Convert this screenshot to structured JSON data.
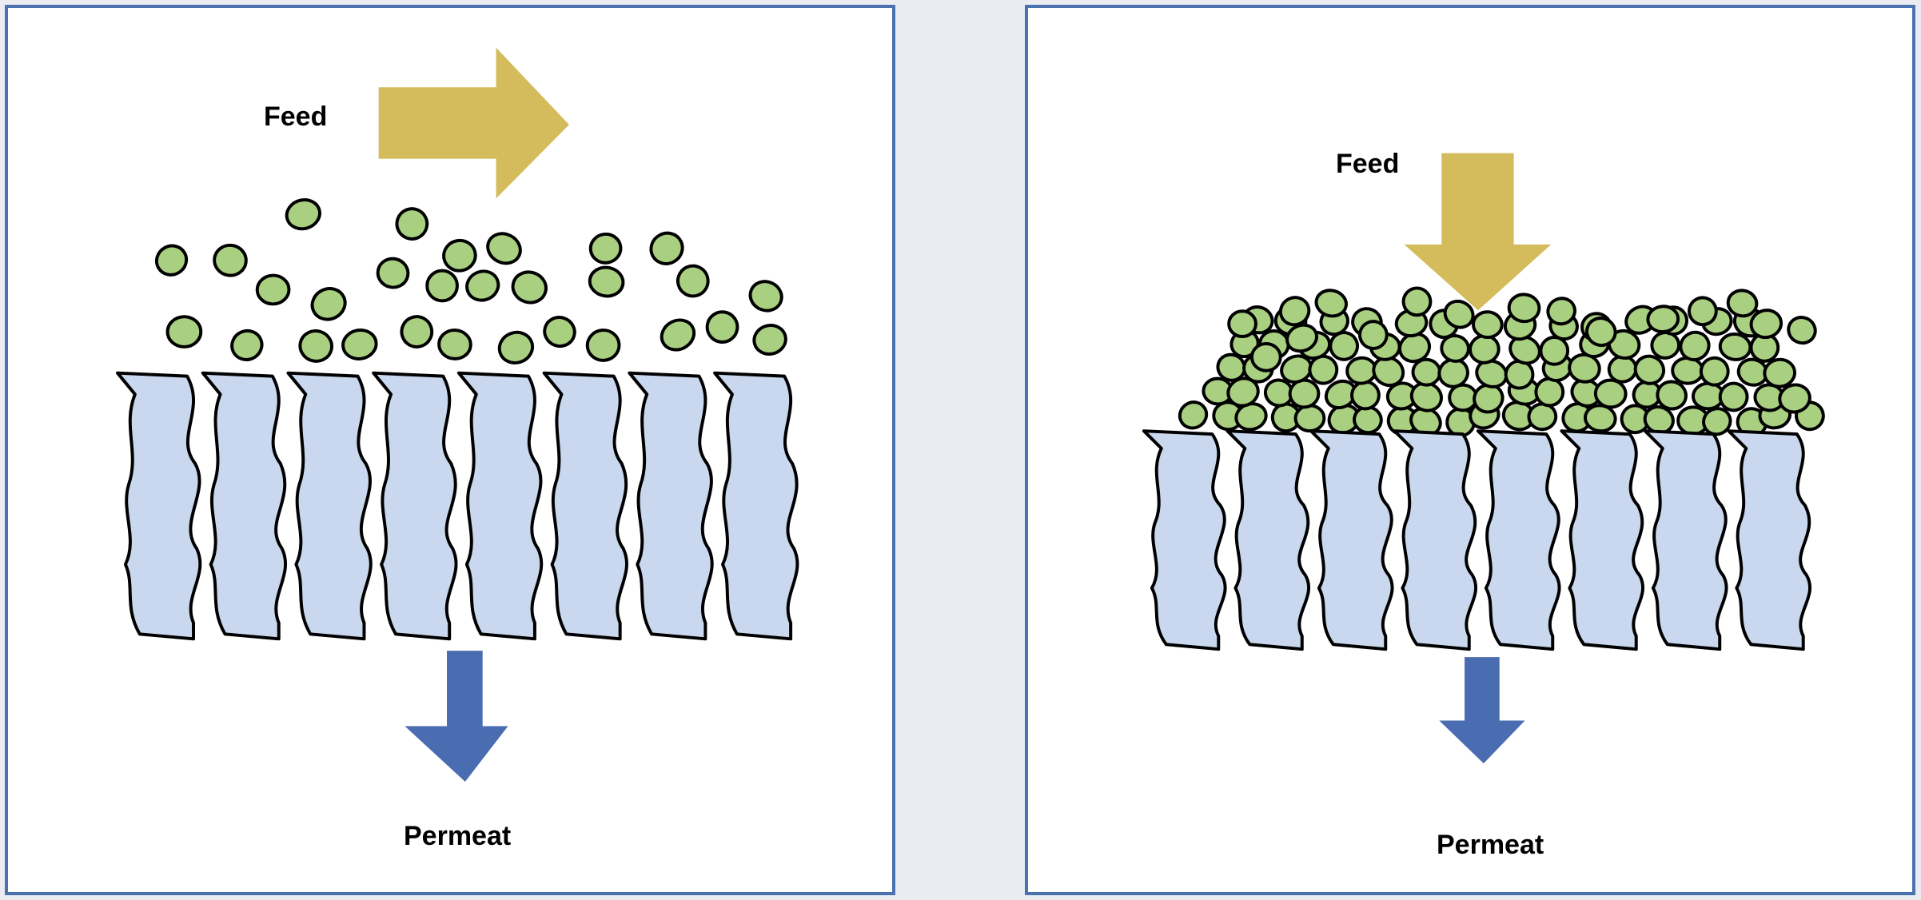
{
  "panels": [
    {
      "feed_label": "Feed",
      "permeate_label": "Permeat",
      "feed_direction": "right"
    },
    {
      "feed_label": "Feed",
      "permeate_label": "Permeat",
      "feed_direction": "down"
    }
  ],
  "colors": {
    "panel_border": "#4a72b0",
    "membrane_fill": "#c9d8ef",
    "particle_fill": "#a9cf80",
    "feed_arrow": "#d4bc5c",
    "permeate_arrow": "#4a6db2",
    "background": "#eaecf2"
  }
}
